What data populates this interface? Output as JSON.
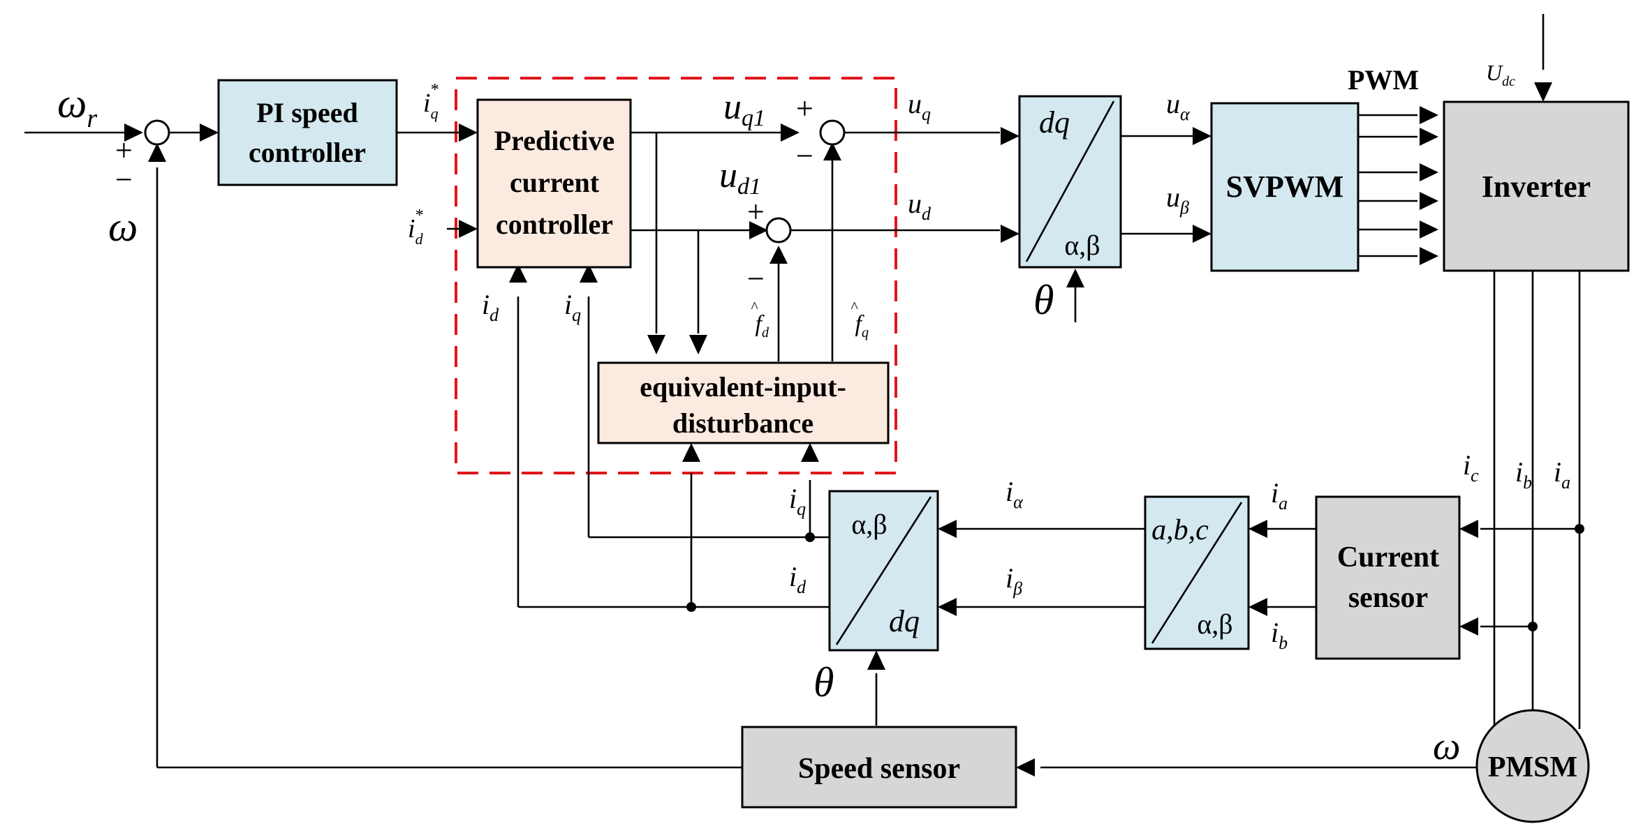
{
  "blocks": {
    "pi_speed": [
      "PI speed",
      "controller"
    ],
    "predictive": [
      "Predictive",
      "current",
      "controller"
    ],
    "eid": [
      "equivalent-input-",
      "disturbance"
    ],
    "svpwm": "SVPWM",
    "inverter": "Inverter",
    "current_sensor": [
      "Current",
      "sensor"
    ],
    "speed_sensor": "Speed sensor",
    "pmsm": "PMSM"
  },
  "transforms": {
    "dq_to_ab_top": "dq",
    "dq_to_ab_bottom": "α,β",
    "ab_to_dq_top": "α,β",
    "ab_to_dq_bottom": "dq",
    "abc_to_ab_top": "a,b,c",
    "abc_to_ab_bottom": "α,β"
  },
  "signals": {
    "omega_r": "ω",
    "omega_r_sub": "r",
    "omega": "ω",
    "iq_star": "i",
    "iq_star_sub": "q",
    "id_star": "i",
    "id_star_sub": "d",
    "uq1": "u",
    "uq1_sub": "q1",
    "ud1": "u",
    "ud1_sub": "d1",
    "uq": "u",
    "uq_sub": "q",
    "ud": "u",
    "ud_sub": "d",
    "ualpha": "u",
    "ualpha_sub": "α",
    "ubeta": "u",
    "ubeta_sub": "β",
    "theta": "θ",
    "pwm": "PWM",
    "udc": "U",
    "udc_sub": "dc",
    "id": "i",
    "id_sub": "d",
    "iq": "i",
    "iq_sub": "q",
    "fd": "f",
    "fd_sub": "d",
    "fq": "f",
    "fq_sub": "q",
    "ialpha": "i",
    "ialpha_sub": "α",
    "ibeta": "i",
    "ibeta_sub": "β",
    "ia": "i",
    "ia_sub": "a",
    "ib": "i",
    "ib_sub": "b",
    "ic": "i",
    "ic_sub": "c",
    "star": "*",
    "hat": "^",
    "plus": "+",
    "minus": "−"
  },
  "colors": {
    "blue_block": "#d3e8ef",
    "peach_block": "#fbeadf",
    "gray_block": "#d6d6d6",
    "dashed_border": "#e0161c"
  }
}
